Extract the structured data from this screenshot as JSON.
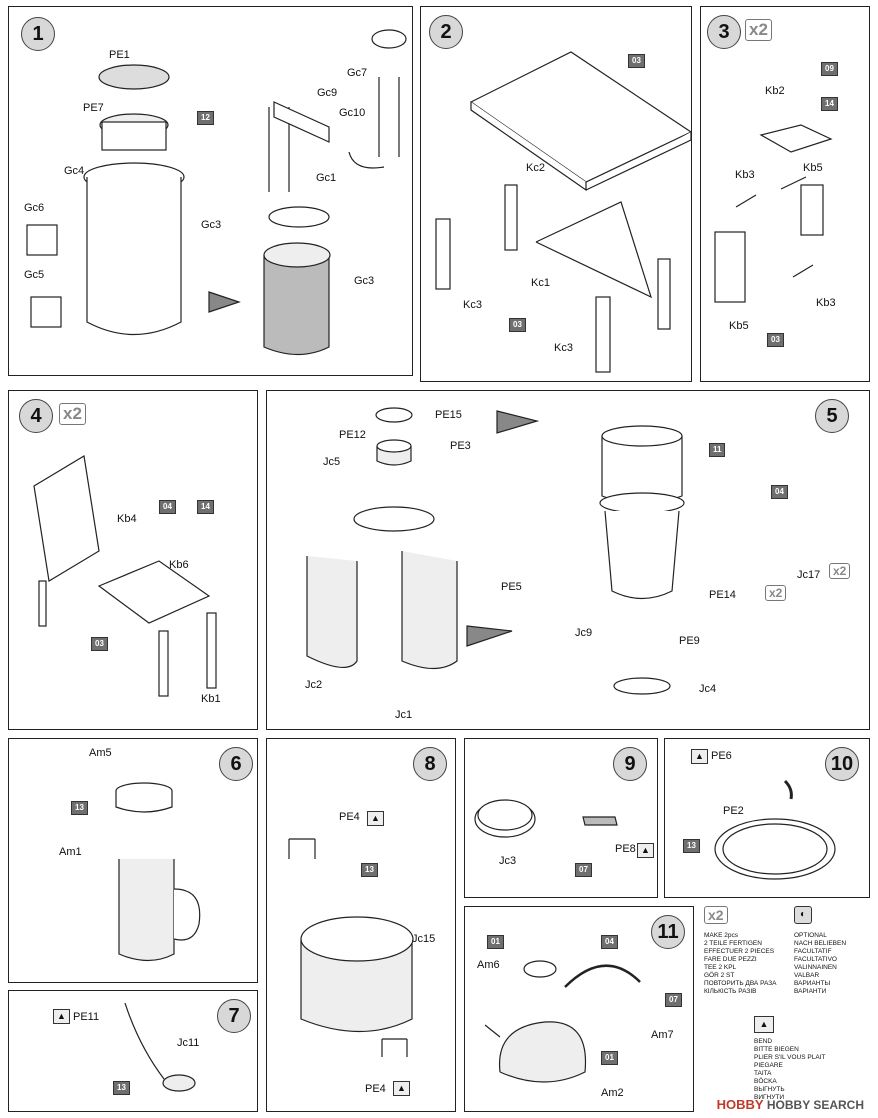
{
  "steps": {
    "s1": {
      "num": "1",
      "labels": {
        "pe1": "PE1",
        "pe7": "PE7",
        "gc4": "Gc4",
        "gc6": "Gc6",
        "gc5": "Gc5",
        "gc9": "Gc9",
        "gc10": "Gc10",
        "gc7": "Gc7",
        "gc1": "Gc1",
        "gc3a": "Gc3",
        "gc3b": "Gc3"
      },
      "tag": "12"
    },
    "s2": {
      "num": "2",
      "labels": {
        "kc2": "Kc2",
        "kc1": "Kc1",
        "kc3a": "Kc3",
        "kc3b": "Kc3"
      },
      "tags": [
        "03",
        "03"
      ]
    },
    "s3": {
      "num": "3",
      "times": "x2",
      "labels": {
        "kb2": "Kb2",
        "kb3a": "Kb3",
        "kb5a": "Kb5",
        "kb3b": "Kb3",
        "kb5b": "Kb5"
      },
      "tags": [
        "09",
        "14",
        "03"
      ]
    },
    "s4": {
      "num": "4",
      "times": "x2",
      "labels": {
        "kb4": "Kb4",
        "kb6": "Kb6",
        "kb1": "Kb1"
      },
      "tags": [
        "04",
        "14",
        "03"
      ]
    },
    "s5": {
      "num": "5",
      "labels": {
        "pe15": "PE15",
        "pe12": "PE12",
        "pe3": "PE3",
        "jc5": "Jc5",
        "jc2": "Jc2",
        "jc1": "Jc1",
        "pe5": "PE5",
        "jc9": "Jc9",
        "pe9": "PE9",
        "jc4": "Jc4",
        "pe14": "PE14",
        "jc17": "Jc17",
        "pe14x": "x2",
        "jc17x": "x2"
      },
      "tags": [
        "11",
        "04"
      ]
    },
    "s6": {
      "num": "6",
      "labels": {
        "am5": "Am5",
        "am1": "Am1"
      },
      "tag": "13"
    },
    "s7": {
      "num": "7",
      "labels": {
        "pe11": "PE11",
        "jc11": "Jc11"
      },
      "tag": "13"
    },
    "s8": {
      "num": "8",
      "labels": {
        "pe4a": "PE4",
        "jc15": "Jc15",
        "pe4b": "PE4"
      },
      "tag": "13"
    },
    "s9": {
      "num": "9",
      "labels": {
        "jc3": "Jc3",
        "pe8": "PE8"
      },
      "tag": "07"
    },
    "s10": {
      "num": "10",
      "labels": {
        "pe6": "PE6",
        "pe2": "PE2"
      },
      "tag": "13"
    },
    "s11": {
      "num": "11",
      "labels": {
        "am6": "Am6",
        "am7": "Am7",
        "am2": "Am2"
      },
      "tags": [
        "01",
        "04",
        "07",
        "01"
      ]
    }
  },
  "legend": {
    "make2_icon": "x2",
    "make2": [
      "MAKE 2pcs",
      "2 TEILE FERTIGEN",
      "EFFECTUER 2 PIECES",
      "FARE DUE PEZZI",
      "TEE 2 KPL",
      "GÖR 2 ST",
      "ПОВТОРИТЬ ДВА РАЗА",
      "КІЛЬКІСТЬ РАЗІВ"
    ],
    "optional": [
      "OPTIONAL",
      "NACH BELIEBEN",
      "FACULTATIF",
      "FACULTATIVO",
      "VALINNAINEN",
      "VALBAR",
      "ВАРИАНТЫ",
      "ВАРІАНТИ"
    ],
    "bend": [
      "BEND",
      "BITTE BIEGEN",
      "PLIER S'IL VOUS PLAIT",
      "PIEGARE",
      "TAITA",
      "BÖCKA",
      "ВЫГНУТЬ",
      "ВИГНУТИ"
    ]
  },
  "watermark": {
    "logo": "HOBBY",
    "text": "HOBBY SEARCH"
  }
}
